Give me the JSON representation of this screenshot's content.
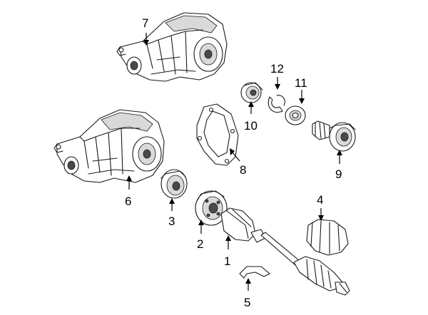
{
  "callouts": [
    {
      "id": "1",
      "label": "1"
    },
    {
      "id": "2",
      "label": "2"
    },
    {
      "id": "3",
      "label": "3"
    },
    {
      "id": "4",
      "label": "4"
    },
    {
      "id": "5",
      "label": "5"
    },
    {
      "id": "6",
      "label": "6"
    },
    {
      "id": "7",
      "label": "7"
    },
    {
      "id": "8",
      "label": "8"
    },
    {
      "id": "9",
      "label": "9"
    },
    {
      "id": "10",
      "label": "10"
    },
    {
      "id": "11",
      "label": "11"
    },
    {
      "id": "12",
      "label": "12"
    }
  ],
  "colors": {
    "line": "#1a1a1a",
    "shade": "#d9d9d9",
    "background": "#ffffff"
  }
}
